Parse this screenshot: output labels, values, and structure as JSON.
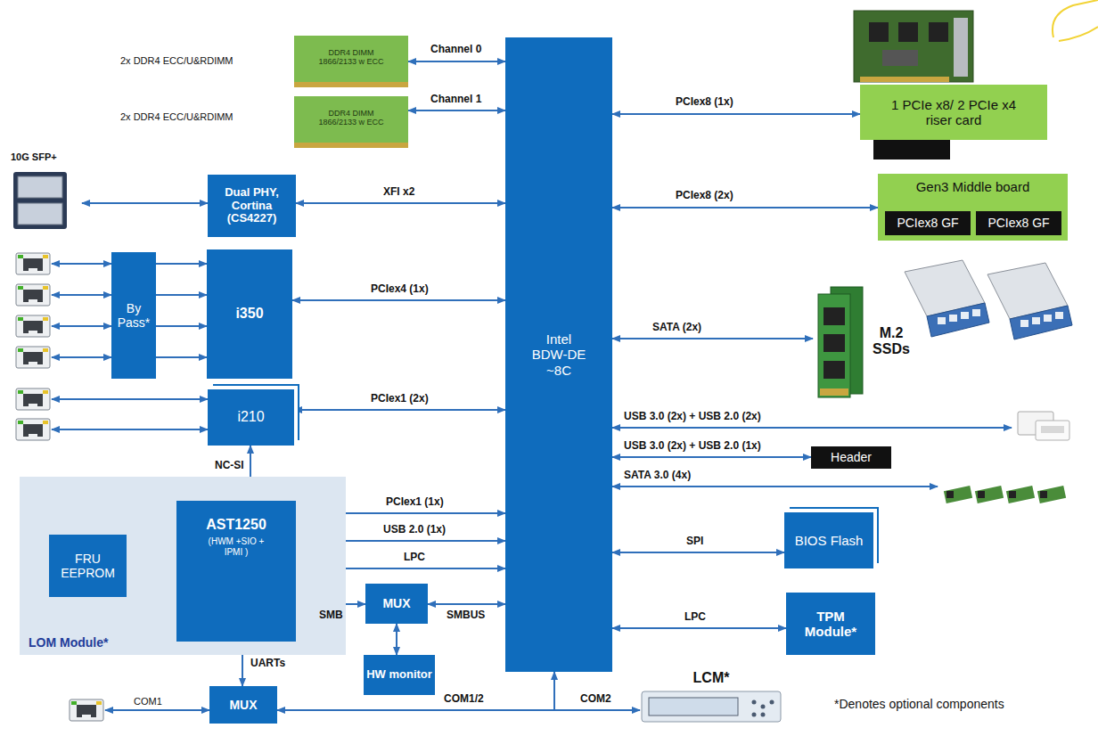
{
  "diagram": {
    "nodes": [
      {
        "text": [
          "DDR4 DIMM 1866/2133 w ECC"
        ]
      },
      {
        "text": [
          "DDR4 DIMM 1866/2133 w ECC"
        ]
      },
      {
        "text": [
          "Intel BDW-DE ~8C"
        ]
      },
      {
        "text": [
          "1 PCIe x8/ 2 PCIe x4 riser card"
        ]
      },
      {
        "text": [
          "Dual PHY, Cortina (CS4227)"
        ]
      },
      {
        "text": [
          "Gen3 Middle board"
        ]
      },
      {
        "text": [
          "PCIex8 GF"
        ],
        "in": 5
      },
      {
        "text": [
          "PCIex8 GF"
        ],
        "in": 5
      },
      {
        "text": [
          "10G SFP+"
        ]
      },
      {
        "text": [
          "By Pass*"
        ]
      },
      {
        "text": [
          "i350"
        ]
      },
      {
        "text": [
          "M.2 SSDs"
        ]
      },
      {
        "text": [
          "i210"
        ]
      },
      {
        "text": [
          "Header"
        ]
      },
      {
        "text": [
          "LOM Module*"
        ]
      },
      {
        "text": [
          "FRU EEPROM"
        ],
        "in": 14
      },
      {
        "text": [
          "AST1250",
          "(HWM +SIO + IPMI )"
        ],
        "in": 14
      },
      {
        "text": [
          "BIOS Flash"
        ]
      },
      {
        "text": [
          "MUX"
        ]
      },
      {
        "text": [
          "TPM Module*"
        ]
      },
      {
        "text": [
          "HW monitor"
        ]
      },
      {
        "text": [
          "LCM*"
        ]
      },
      {
        "text": [
          "MUX"
        ]
      }
    ],
    "edges": [
      {
        "from": 0,
        "to": 2,
        "label": "Channel 0",
        "arrow": "both"
      },
      {
        "from": 1,
        "to": 2,
        "label": "Channel 1",
        "arrow": "both"
      },
      {
        "from": 2,
        "to": 3,
        "label": "PCIex8 (1x)",
        "arrow": "both"
      },
      {
        "from": 8,
        "to": 4,
        "arrow": "both"
      },
      {
        "from": 4,
        "to": 2,
        "label": "XFI x2",
        "arrow": "both"
      },
      {
        "from": 2,
        "to": 5,
        "label": "PCIex8 (2x)",
        "arrow": "both"
      },
      {
        "from": 9,
        "to": 10,
        "arrow": "to"
      },
      {
        "from": 9,
        "to": 10,
        "arrow": "to"
      },
      {
        "from": 9,
        "to": 10,
        "arrow": "to"
      },
      {
        "from": 9,
        "to": 10,
        "arrow": "to"
      },
      {
        "from": 10,
        "to": 2,
        "label": "PCIex4 (1x)",
        "arrow": "both"
      },
      {
        "from": 2,
        "to": 11,
        "label": "SATA (2x)",
        "arrow": "both"
      },
      {
        "from": 12,
        "to": 2,
        "label": "PCIex1 (2x)",
        "arrow": "both"
      },
      {
        "from": 2,
        "to": 13,
        "label": "USB 3.0 (2x) + USB 2.0 (1x)",
        "arrow": "both"
      },
      {
        "from": 12,
        "to": 16,
        "label": "NC-SI",
        "arrow": "both"
      },
      {
        "from": 15,
        "to": 16,
        "arrow": "both"
      },
      {
        "from": 16,
        "to": 2,
        "label": "PCIex1 (1x)",
        "arrow": "both"
      },
      {
        "from": 16,
        "to": 2,
        "label": "USB 2.0 (1x)",
        "arrow": "both"
      },
      {
        "from": 16,
        "to": 2,
        "label": "LPC",
        "arrow": "both"
      },
      {
        "from": 16,
        "to": 18,
        "label": "SMB",
        "arrow": "both"
      },
      {
        "from": 18,
        "to": 2,
        "label": "SMBUS",
        "arrow": "both"
      },
      {
        "from": 18,
        "to": 20,
        "arrow": "both"
      },
      {
        "from": 2,
        "to": 17,
        "label": "SPI",
        "arrow": "both"
      },
      {
        "from": 2,
        "to": 19,
        "label": "LPC",
        "arrow": "both"
      },
      {
        "from": 16,
        "to": 22,
        "label": "UARTs",
        "arrow": "both"
      },
      {
        "from": 22,
        "to": 2,
        "label": "COM1/2",
        "arrow": "both"
      },
      {
        "from": 2,
        "to": 21,
        "label": "COM2",
        "arrow": "to"
      }
    ],
    "labels": [
      "2x DDR4 ECC/U&RDIMM",
      "2x DDR4 ECC/U&RDIMM",
      "USB 3.0 (2x) + USB 2.0 (2x)",
      "SATA 3.0 (4x)",
      "COM1",
      "*Denotes optional components"
    ]
  }
}
